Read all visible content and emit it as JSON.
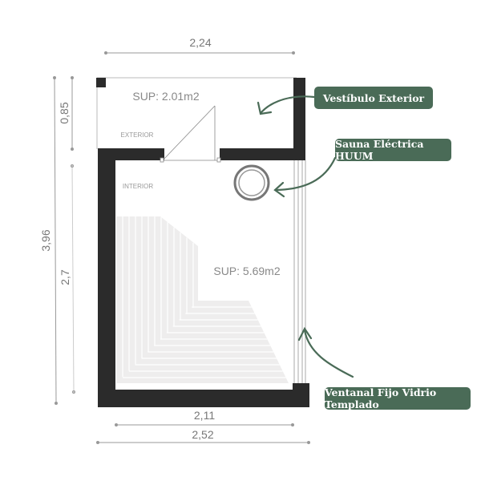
{
  "dimensions": {
    "top": "2,24",
    "left_total": "3,96",
    "left_upper": "0,85",
    "left_lower": "2,7",
    "bottom_inner": "2,11",
    "bottom_outer": "2,52"
  },
  "rooms": {
    "exterior_area": "SUP: 2.01m2",
    "exterior_label": "EXTERIOR",
    "interior_label": "INTERIOR",
    "interior_area": "SUP: 5.69m2"
  },
  "callouts": [
    "Vestíbulo Exterior",
    "Sauna Eléctrica HUUM",
    "Ventanal Fijo Vidrio Templado"
  ],
  "colors": {
    "wall": "#2b2b2b",
    "callout": "#4a6b57",
    "dimension": "#888888"
  }
}
